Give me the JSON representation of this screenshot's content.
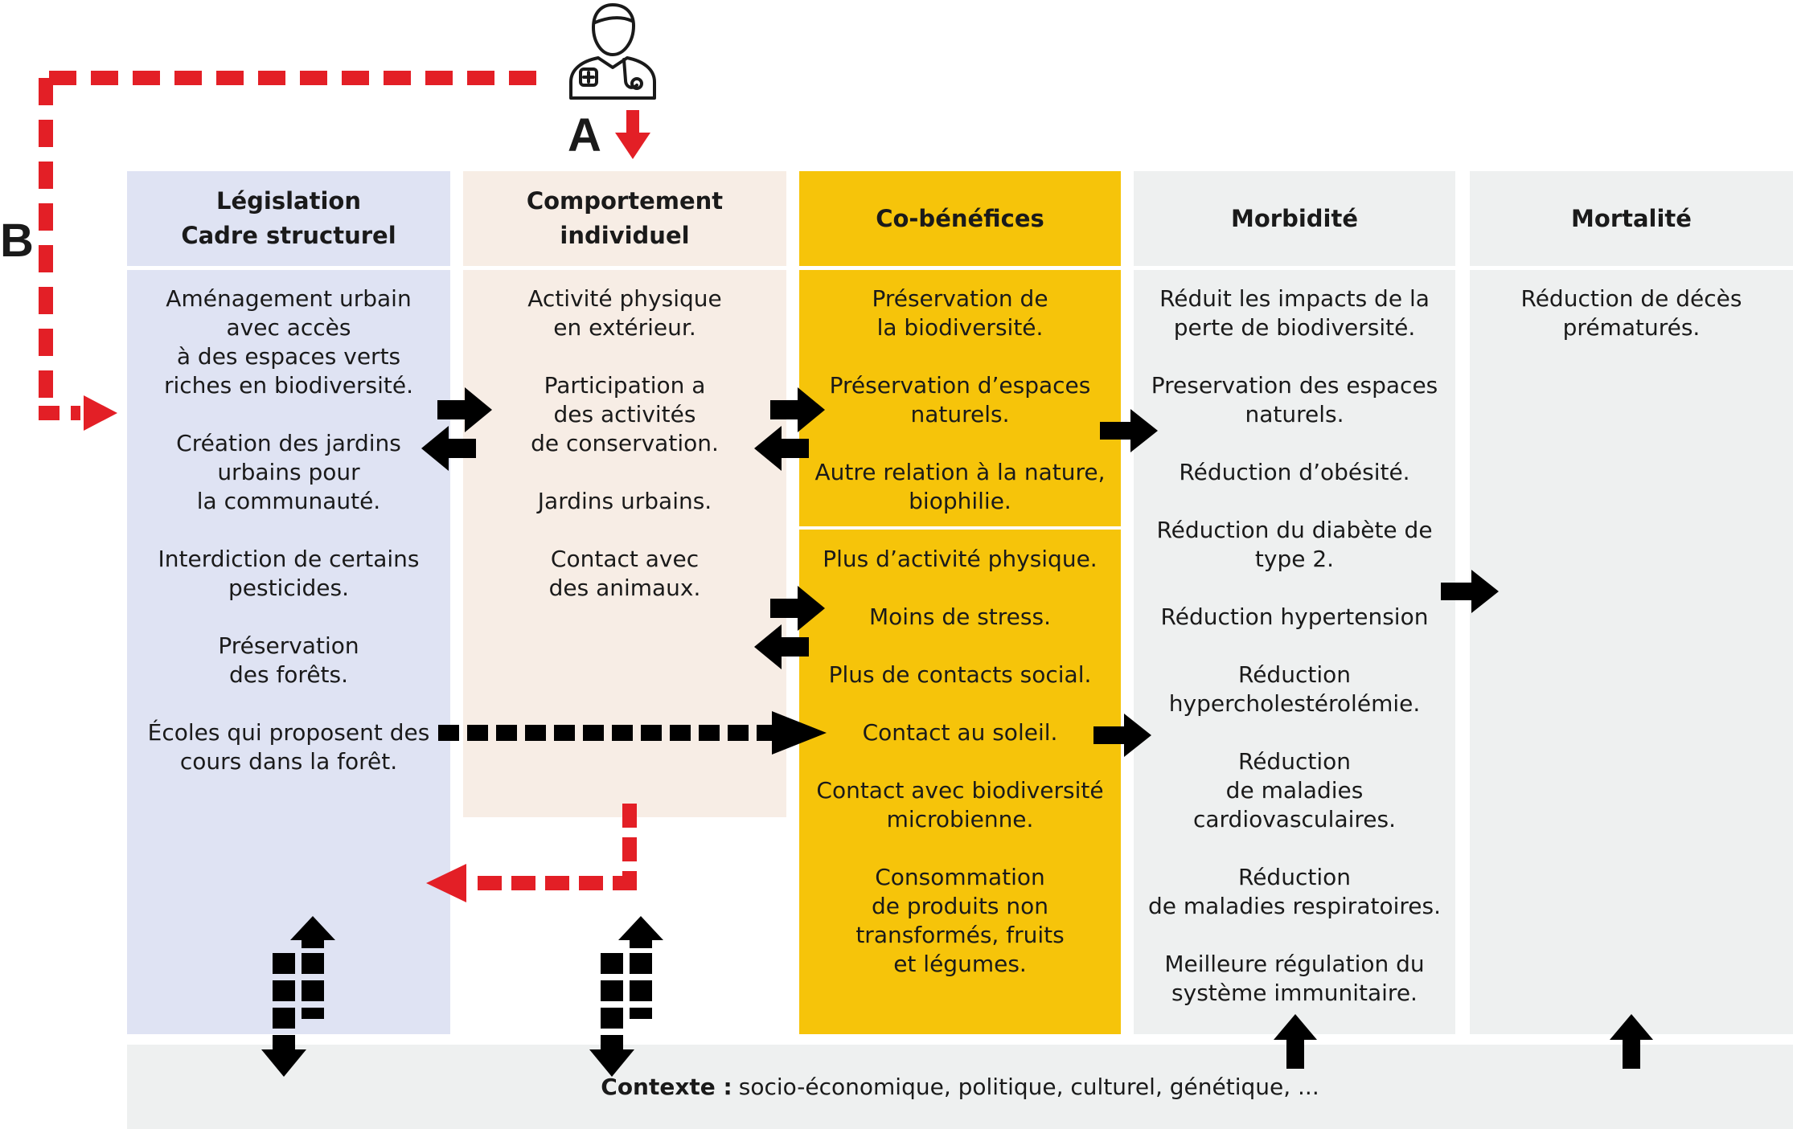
{
  "colors": {
    "legislation_bg": "#dfe3f3",
    "behaviour_bg": "#f7ede5",
    "cobenefits_bg": "#f6c40a",
    "grey_bg": "#eef0f0",
    "red": "#e31f26",
    "black": "#000000"
  },
  "labels": {
    "A": "A",
    "B": "B"
  },
  "icons": {
    "doctor": "doctor-icon"
  },
  "columns": [
    {
      "header": "Législation\nCadre structurel",
      "items": [
        "Aménagement urbain\navec accès\nà des espaces verts\nriches en biodiversité.",
        "Création des jardins\nurbains pour\nla communauté.",
        "Interdiction de certains\npesticides.",
        "Préservation\ndes forêts.",
        "Écoles qui proposent des\ncours dans la forêt."
      ]
    },
    {
      "header": "Comportement individuel",
      "items": [
        "Activité physique\nen extérieur.",
        "Participation a\ndes activités\nde conservation.",
        "Jardins urbains.",
        "Contact avec\ndes animaux."
      ]
    },
    {
      "header": "Co-bénéfices",
      "items_top": [
        "Préservation de\nla biodiversité.",
        "Préservation d’espaces\nnaturels.",
        "Autre relation à la nature,\nbiophilie."
      ],
      "items_bottom": [
        "Plus d’activité physique.",
        "Moins de stress.",
        "Plus de contacts social.",
        "Contact au soleil.",
        "Contact avec biodiversité\nmicrobienne.",
        "Consommation\nde produits non\ntransformés, fruits\net légumes."
      ]
    },
    {
      "header": "Morbidité",
      "items": [
        "Réduit les impacts de la\nperte de biodiversité.",
        "Preservation des espaces\nnaturels.",
        "Réduction d’obésité.",
        "Réduction du diabète de\ntype 2.",
        "Réduction hypertension",
        "Réduction\nhypercholestérolémie.",
        "Réduction\nde maladies\ncardiovasculaires.",
        "Réduction\nde maladies respiratoires.",
        "Meilleure régulation du\nsystème immunitaire."
      ]
    },
    {
      "header": "Mortalité",
      "items": [
        "Réduction de  décès\nprématurés."
      ]
    }
  ],
  "context": {
    "label": "Contexte :",
    "text": "socio-économique, politique, culturel, génétique, ..."
  }
}
